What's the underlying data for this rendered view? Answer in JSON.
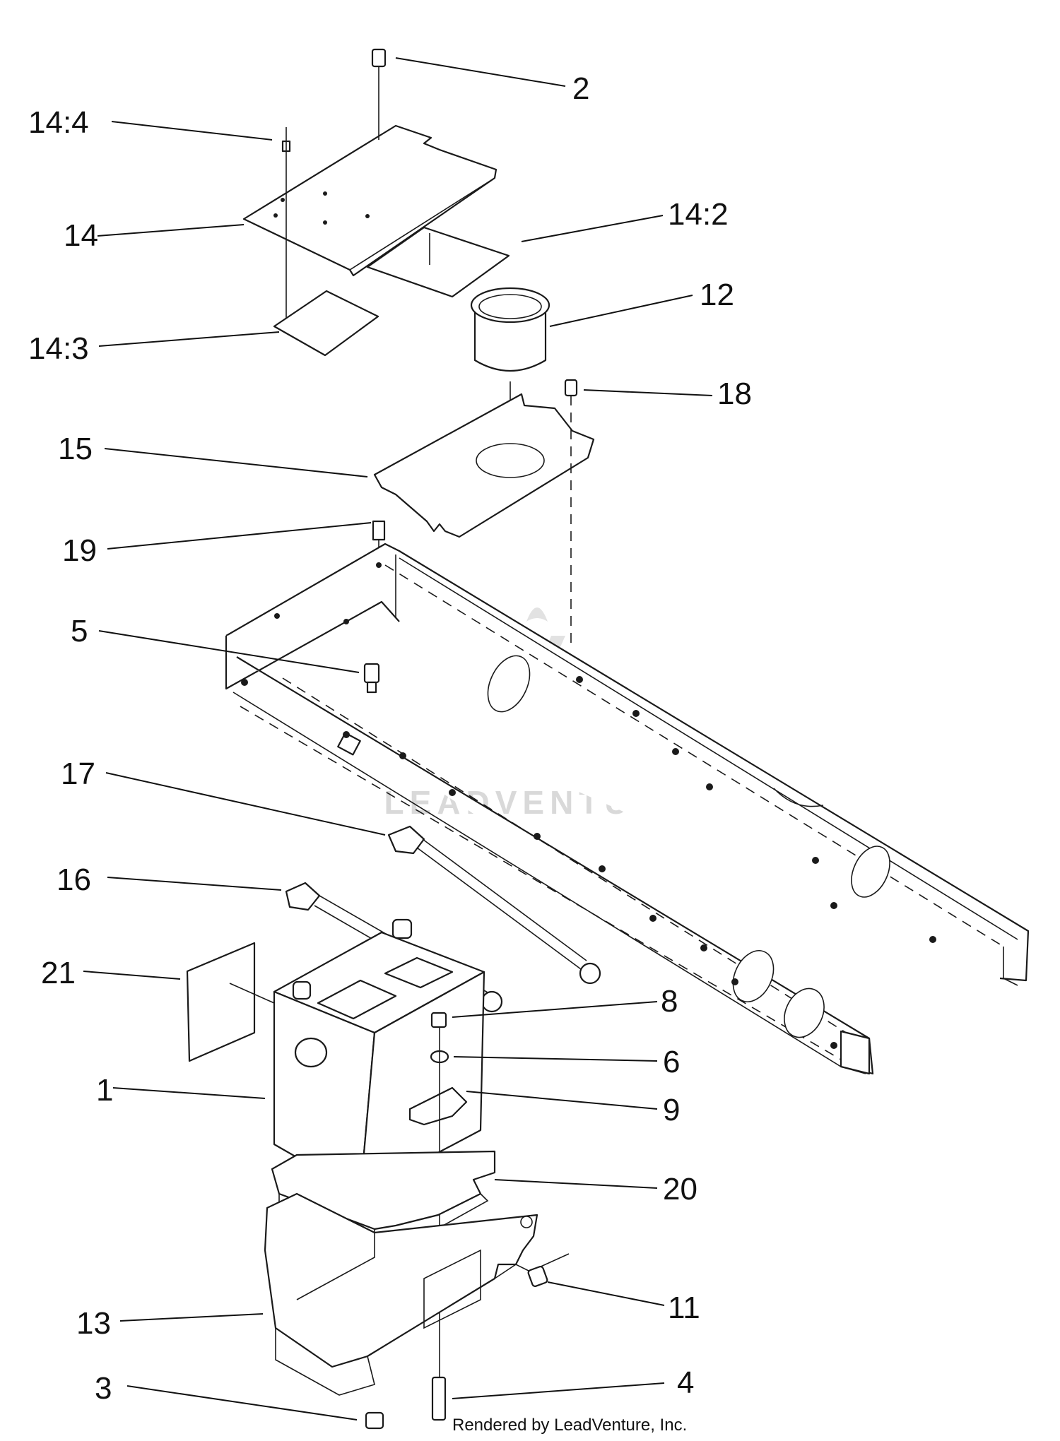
{
  "diagram": {
    "callouts": [
      {
        "id": "c2",
        "text": "2"
      },
      {
        "id": "c144",
        "text": "14:4"
      },
      {
        "id": "c14",
        "text": "14"
      },
      {
        "id": "c142",
        "text": "14:2"
      },
      {
        "id": "c12",
        "text": "12"
      },
      {
        "id": "c143",
        "text": "14:3"
      },
      {
        "id": "c18",
        "text": "18"
      },
      {
        "id": "c15",
        "text": "15"
      },
      {
        "id": "c19",
        "text": "19"
      },
      {
        "id": "c5",
        "text": "5"
      },
      {
        "id": "c17",
        "text": "17"
      },
      {
        "id": "c16",
        "text": "16"
      },
      {
        "id": "c21",
        "text": "21"
      },
      {
        "id": "c8",
        "text": "8"
      },
      {
        "id": "c6",
        "text": "6"
      },
      {
        "id": "c1",
        "text": "1"
      },
      {
        "id": "c9",
        "text": "9"
      },
      {
        "id": "c20",
        "text": "20"
      },
      {
        "id": "c13",
        "text": "13"
      },
      {
        "id": "c11",
        "text": "11"
      },
      {
        "id": "c3",
        "text": "3"
      },
      {
        "id": "c4",
        "text": "4"
      }
    ],
    "watermark": "LEADVENTURE",
    "credit": "Rendered by LeadVenture, Inc."
  }
}
